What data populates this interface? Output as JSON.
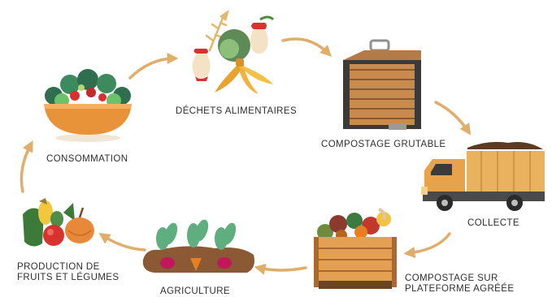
{
  "colors": {
    "arrow": "#e0ad6a",
    "text": "#2f2f2f",
    "bowl": "#e8933a",
    "wood_dark": "#8a5a34",
    "wood_light": "#c98a4d",
    "crate": "#e3a052",
    "truck_body": "#e8b25f",
    "soil": "#8b5a34",
    "leaf": "#5fae7f"
  },
  "cycle": {
    "steps": [
      {
        "id": "consommation",
        "label_lines": [
          "CONSOMMATION"
        ],
        "icon": "salad-bowl-icon"
      },
      {
        "id": "dechets",
        "label_lines": [
          "DÉCHETS ALIMENTAIRES"
        ],
        "icon": "food-waste-icon"
      },
      {
        "id": "compostage_grutable",
        "label_lines": [
          "COMPOSTAGE GRUTABLE"
        ],
        "icon": "compost-bin-icon"
      },
      {
        "id": "collecte",
        "label_lines": [
          "COLLECTE"
        ],
        "icon": "truck-icon"
      },
      {
        "id": "plateforme",
        "label_lines": [
          "COMPOSTAGE SUR",
          "PLATEFORME AGRÉÉE"
        ],
        "icon": "compost-crate-icon"
      },
      {
        "id": "agriculture",
        "label_lines": [
          "AGRICULTURE"
        ],
        "icon": "crops-icon"
      },
      {
        "id": "production",
        "label_lines": [
          "PRODUCTION DE",
          "FRUITS ET LÉGUMES"
        ],
        "icon": "vegetables-icon"
      }
    ]
  }
}
